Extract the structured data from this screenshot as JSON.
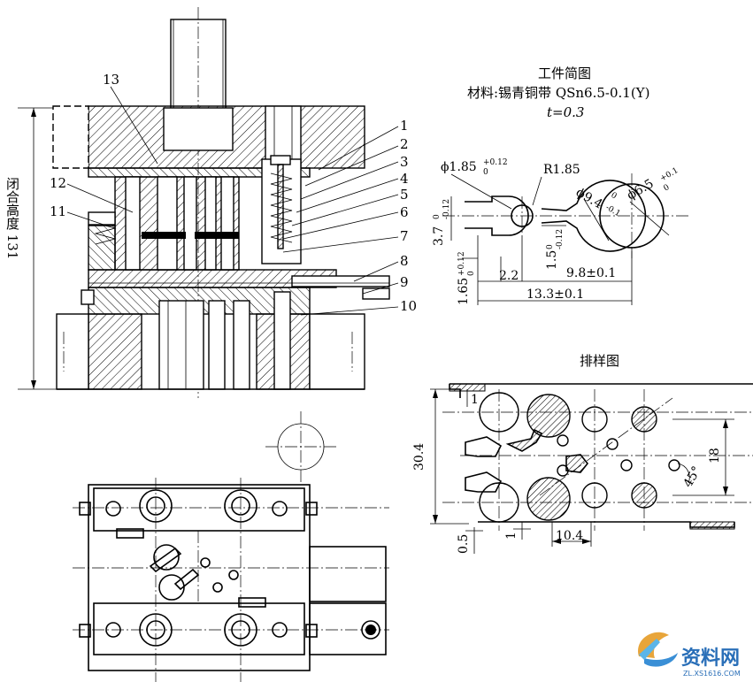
{
  "drawing": {
    "workpiece_title": "工件简图",
    "material": "材料:锡青铜带 QSn6.5-0.1(Y)",
    "thickness": "t=0.3",
    "layout_title": "排样图",
    "closed_height_label": "闭合高度 131",
    "part_numbers": [
      "1",
      "2",
      "3",
      "4",
      "5",
      "6",
      "7",
      "8",
      "9",
      "10",
      "11",
      "12",
      "13"
    ],
    "workpiece_dims": {
      "hole_dia": "ϕ1.85",
      "hole_tol_upper": "+0.12",
      "hole_tol_lower": "0",
      "radius": "R1.85",
      "ring_inner": "ϕ9.4",
      "ring_inner_tol_upper": "0",
      "ring_inner_tol_lower": "-0.1",
      "ring_outer": "ϕ6.5",
      "ring_outer_tol_upper": "+0.1",
      "ring_outer_tol_lower": "0",
      "width_37": "3.7",
      "width_37_tol_upper": "0",
      "width_37_tol_lower": "-0.12",
      "width_15": "1.5",
      "width_15_tol_upper": "0",
      "width_15_tol_lower": "-0.12",
      "width_165": "1.65",
      "width_165_tol_upper": "+0.12",
      "width_165_tol_lower": "0",
      "len_22": "2.2",
      "len_98": "9.8±0.1",
      "len_133": "13.3±0.1"
    },
    "layout_dims": {
      "strip_width": "30.4",
      "pitch_half": "18",
      "angle": "45°",
      "edge": "0.5",
      "gap": "1",
      "step": "10.4",
      "top_gap": "1"
    },
    "watermark": {
      "brand": "资料网",
      "url": "ZL.XS1616.COM"
    }
  }
}
